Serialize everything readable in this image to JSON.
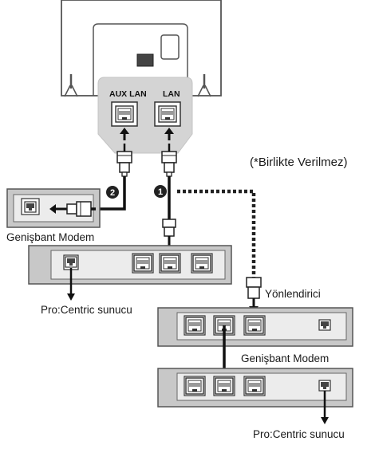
{
  "labels": {
    "aux_lan": "AUX LAN",
    "lan": "LAN",
    "not_supplied": "(*Birlikte Verilmez)",
    "broadband_modem_1": "Genişbant Modem",
    "procentric_server_1": "Pro:Centric sunucu",
    "router": "Yönlendirici",
    "broadband_modem_2": "Genişbant Modem",
    "procentric_server_2": "Pro:Centric sunucu"
  },
  "markers": [
    "1",
    "2"
  ],
  "colors": {
    "tv_outline": "#555555",
    "port_panel": "#d4d4d4",
    "device_body": "#c8c8c8",
    "device_face": "#ececec",
    "cable": "#111111",
    "marker_fill": "#222222",
    "dotted_cable": "#222222"
  },
  "icons": {
    "rj45_port": "ethernet-port-icon",
    "plug": "ethernet-plug-icon",
    "arrow": "arrow-icon"
  }
}
